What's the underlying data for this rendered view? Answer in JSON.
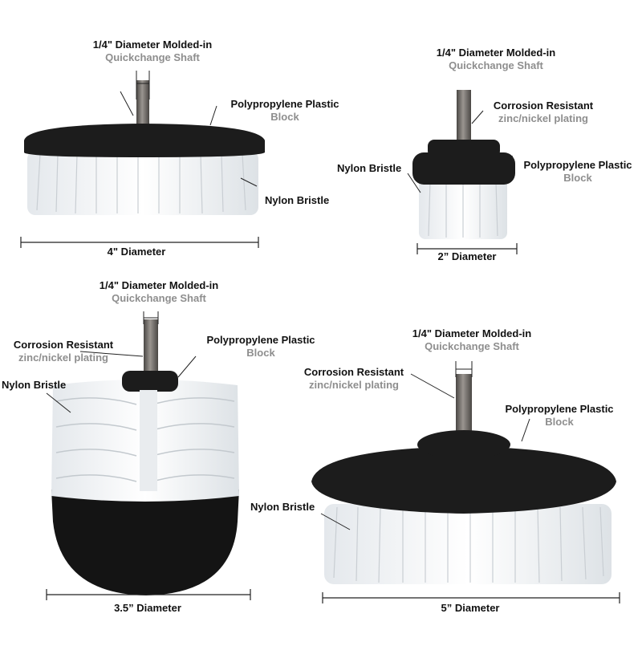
{
  "colors": {
    "block": "#1c1c1c",
    "bristle": "#f4f6f8",
    "shaft": "#6e6a66",
    "line": "#222222",
    "secondary_text": "#8e8e8e"
  },
  "brush_4in": {
    "shaft_line1": "1/4\" Diameter Molded-in",
    "shaft_line2": "Quickchange Shaft",
    "block_line1": "Polypropylene Plastic",
    "block_line2": "Block",
    "bristle": "Nylon Bristle",
    "diameter": "4\" Diameter"
  },
  "brush_2in": {
    "shaft_line1": "1/4\" Diameter Molded-in",
    "shaft_line2": "Quickchange Shaft",
    "corrosion_line1": "Corrosion Resistant",
    "corrosion_line2": "zinc/nickel plating",
    "block_line1": "Polypropylene Plastic",
    "block_line2": "Block",
    "bristle": "Nylon Bristle",
    "diameter": "2” Diameter"
  },
  "brush_35in": {
    "shaft_line1": "1/4\" Diameter Molded-in",
    "shaft_line2": "Quickchange Shaft",
    "corrosion_line1": "Corrosion Resistant",
    "corrosion_line2": "zinc/nickel plating",
    "block_line1": "Polypropylene Plastic",
    "block_line2": "Block",
    "bristle": "Nylon Bristle",
    "diameter": "3.5” Diameter"
  },
  "brush_5in": {
    "shaft_line1": "1/4\" Diameter Molded-in",
    "shaft_line2": "Quickchange Shaft",
    "corrosion_line1": "Corrosion Resistant",
    "corrosion_line2": "zinc/nickel plating",
    "block_line1": "Polypropylene Plastic",
    "block_line2": "Block",
    "bristle": "Nylon Bristle",
    "diameter": "5” Diameter"
  }
}
